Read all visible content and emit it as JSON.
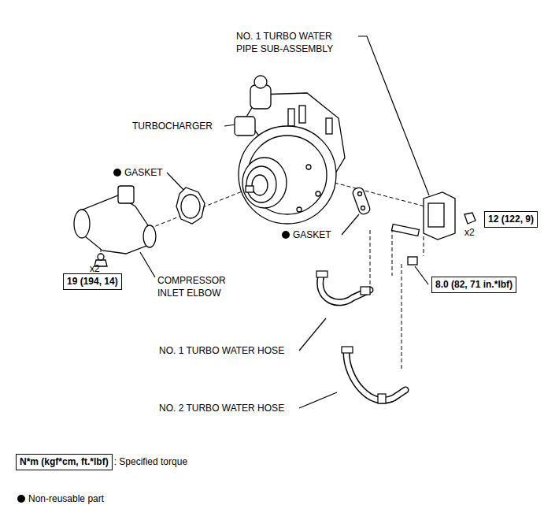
{
  "diagram": {
    "nodes": [
      {
        "text": [
          "19 (194, 14)"
        ]
      },
      {
        "text": [
          "12 (122, 9)"
        ]
      },
      {
        "text": [
          "8.0 (82, 71 in.*lbf)"
        ]
      },
      {
        "text": [
          "N*m (kgf*cm, ft.*lbf)"
        ]
      }
    ],
    "edges": [],
    "labels": [
      "NO. 1 TURBO WATER PIPE SUB-ASSEMBLY",
      "TURBOCHARGER",
      "GASKET",
      "GASKET",
      "x2",
      "x2",
      "COMPRESSOR INLET ELBOW",
      "NO. 1 TURBO WATER HOSE",
      "NO. 2 TURBO WATER HOSE"
    ],
    "legend": [
      {
        "text": ": Specified torque"
      },
      {
        "text": "Non-reusable part"
      }
    ]
  }
}
